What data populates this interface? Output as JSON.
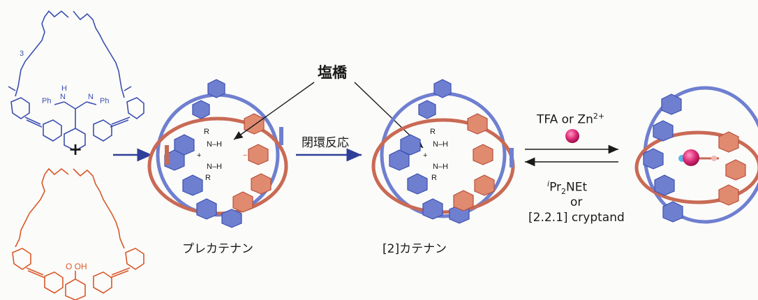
{
  "labels": {
    "salt_bridge": "塩橋",
    "ring_closing": "閉環反応",
    "precatenane": "プレカテナン",
    "catenane": "[2]カテナン",
    "forward_reagent": "TFA or Zn",
    "forward_reagent_sup": "2+",
    "reverse_reagent_pre": "i",
    "reverse_reagent_pr": "Pr",
    "reverse_reagent_sub": "2",
    "reverse_reagent_rest": "NEt",
    "reverse_or": "or",
    "reverse_cryptand": "[2.2.1] cryptand"
  },
  "structure": {
    "plus": "+",
    "cooh": "O  OH",
    "ph1": "Ph",
    "ph2": "Ph",
    "nh": "H",
    "n1": "N",
    "n2": "N",
    "r": "R",
    "r2": "R",
    "nh_a": "N–H",
    "nh_b": "N–H",
    "plus_charge": "+",
    "minus_charge": "−",
    "o": "O",
    "sub3": "3"
  },
  "colors": {
    "blue": "#3b4fb0",
    "blue_fill": "#6f7fd0",
    "orange": "#d9582a",
    "salmon": "#e08a70",
    "salmon_dark": "#c96a55",
    "magenta": "#d1206a",
    "text": "#1a1a1a"
  }
}
